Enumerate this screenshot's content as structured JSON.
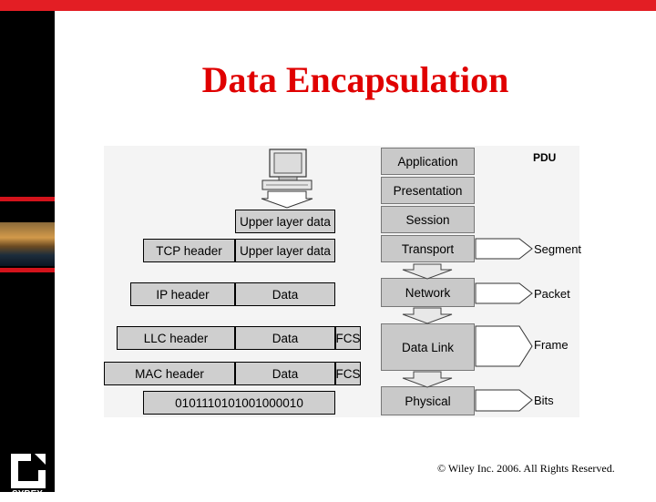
{
  "slide": {
    "title": "Data Encapsulation",
    "footer": "© Wiley Inc. 2006. All Rights Reserved.",
    "logo_text": "SYBEX"
  },
  "colors": {
    "accent_red": "#e31e24",
    "title_red": "#e00000",
    "sidebar": "#000000",
    "cell_fill": "#cfcfcf"
  },
  "icons": [
    "computer-icon",
    "down-arrow-icon",
    "right-arrow-icon"
  ],
  "diagram": {
    "pdu_header": "PDU",
    "layers": [
      "Application",
      "Presentation",
      "Session",
      "Transport",
      "Network",
      "Data Link",
      "Physical"
    ],
    "pdus": [
      "Segment",
      "Packet",
      "Frame",
      "Bits"
    ],
    "rows": {
      "upper": {
        "data": "Upper layer data"
      },
      "segment": {
        "header": "TCP header",
        "data": "Upper layer data"
      },
      "packet": {
        "header": "IP header",
        "data": "Data"
      },
      "llc": {
        "header": "LLC header",
        "data": "Data",
        "trailer": "FCS"
      },
      "mac": {
        "header": "MAC header",
        "data": "Data",
        "trailer": "FCS"
      },
      "bits": {
        "data": "0101110101001000010"
      }
    }
  }
}
